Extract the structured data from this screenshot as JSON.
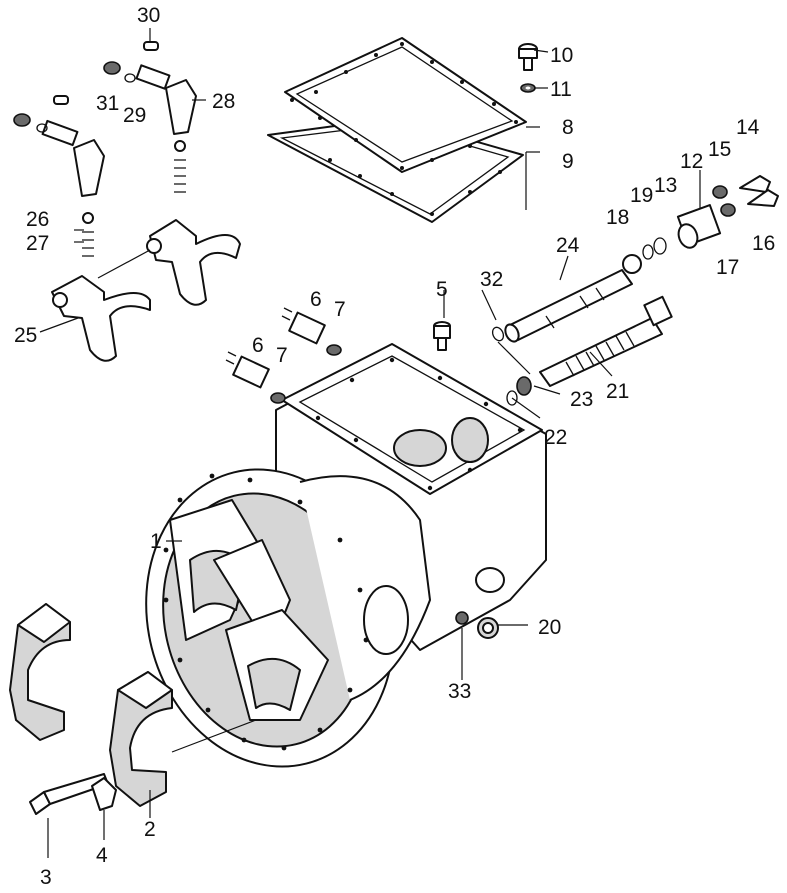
{
  "diagram": {
    "callouts": [
      {
        "id": "c1",
        "text": "1"
      },
      {
        "id": "c2",
        "text": "2"
      },
      {
        "id": "c3",
        "text": "3"
      },
      {
        "id": "c4",
        "text": "4"
      },
      {
        "id": "c5",
        "text": "5"
      },
      {
        "id": "c6a",
        "text": "6"
      },
      {
        "id": "c6b",
        "text": "6"
      },
      {
        "id": "c7a",
        "text": "7"
      },
      {
        "id": "c7b",
        "text": "7"
      },
      {
        "id": "c8",
        "text": "8"
      },
      {
        "id": "c9",
        "text": "9"
      },
      {
        "id": "c10",
        "text": "10"
      },
      {
        "id": "c11",
        "text": "11"
      },
      {
        "id": "c12",
        "text": "12"
      },
      {
        "id": "c13",
        "text": "13"
      },
      {
        "id": "c14",
        "text": "14"
      },
      {
        "id": "c15",
        "text": "15"
      },
      {
        "id": "c16",
        "text": "16"
      },
      {
        "id": "c17",
        "text": "17"
      },
      {
        "id": "c18",
        "text": "18"
      },
      {
        "id": "c19",
        "text": "19"
      },
      {
        "id": "c20",
        "text": "20"
      },
      {
        "id": "c21",
        "text": "21"
      },
      {
        "id": "c22",
        "text": "22"
      },
      {
        "id": "c23",
        "text": "23"
      },
      {
        "id": "c24",
        "text": "24"
      },
      {
        "id": "c25",
        "text": "25"
      },
      {
        "id": "c26",
        "text": "26"
      },
      {
        "id": "c27",
        "text": "27"
      },
      {
        "id": "c28",
        "text": "28"
      },
      {
        "id": "c29",
        "text": "29"
      },
      {
        "id": "c30",
        "text": "30"
      },
      {
        "id": "c31",
        "text": "31"
      },
      {
        "id": "c32",
        "text": "32"
      },
      {
        "id": "c33",
        "text": "33"
      }
    ]
  }
}
